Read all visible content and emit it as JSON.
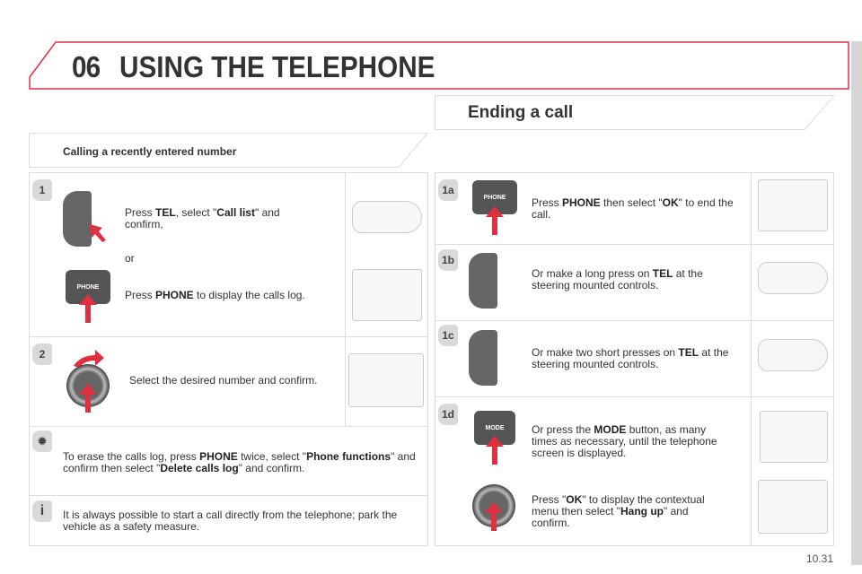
{
  "header": {
    "chapter": "06",
    "title": "USING THE TELEPHONE"
  },
  "sections": {
    "ending": "Ending a call",
    "calling": "Calling a recently entered number"
  },
  "left": {
    "step1": {
      "badge": "1",
      "text1_a": "Press ",
      "text1_b": "TEL",
      "text1_c": ", select \"",
      "text1_d": "Call list",
      "text1_e": "\" and confirm,",
      "or": "or",
      "text2_a": "Press ",
      "text2_b": "PHONE",
      "text2_c": " to display the calls log.",
      "phone_btn": "PHONE"
    },
    "step2": {
      "badge": "2",
      "text": "Select the desired number and confirm."
    },
    "tip": {
      "a": "To erase the calls log, press ",
      "b": "PHONE",
      "c": " twice, select \"",
      "d": "Phone functions",
      "e": "\" and confirm then select \"",
      "f": "Delete calls log",
      "g": "\" and confirm."
    },
    "info": {
      "text": "It is always possible to start a call directly from the telephone; park the vehicle as a safety measure."
    }
  },
  "right": {
    "s1a": {
      "badge": "1a",
      "btn": "PHONE",
      "a": "Press ",
      "b": "PHONE",
      "c": " then select \"",
      "d": "OK",
      "e": "\" to end the call."
    },
    "s1b": {
      "badge": "1b",
      "a": "Or make a long press on ",
      "b": "TEL",
      "c": " at the steering mounted controls."
    },
    "s1c": {
      "badge": "1c",
      "a": "Or make two short presses on ",
      "b": "TEL",
      "c": " at the steering mounted controls."
    },
    "s1d": {
      "badge": "1d",
      "btn": "MODE",
      "a": "Or press the ",
      "b": "MODE",
      "c": " button, as many times as necessary, until the telephone screen is displayed."
    },
    "s1e": {
      "a": "Press \"",
      "b": "OK",
      "c": "\" to display the contextual menu then select \"",
      "d": "Hang up",
      "e": "\" and confirm."
    }
  },
  "page_number": "10.31",
  "colors": {
    "accent": "#e03040"
  }
}
